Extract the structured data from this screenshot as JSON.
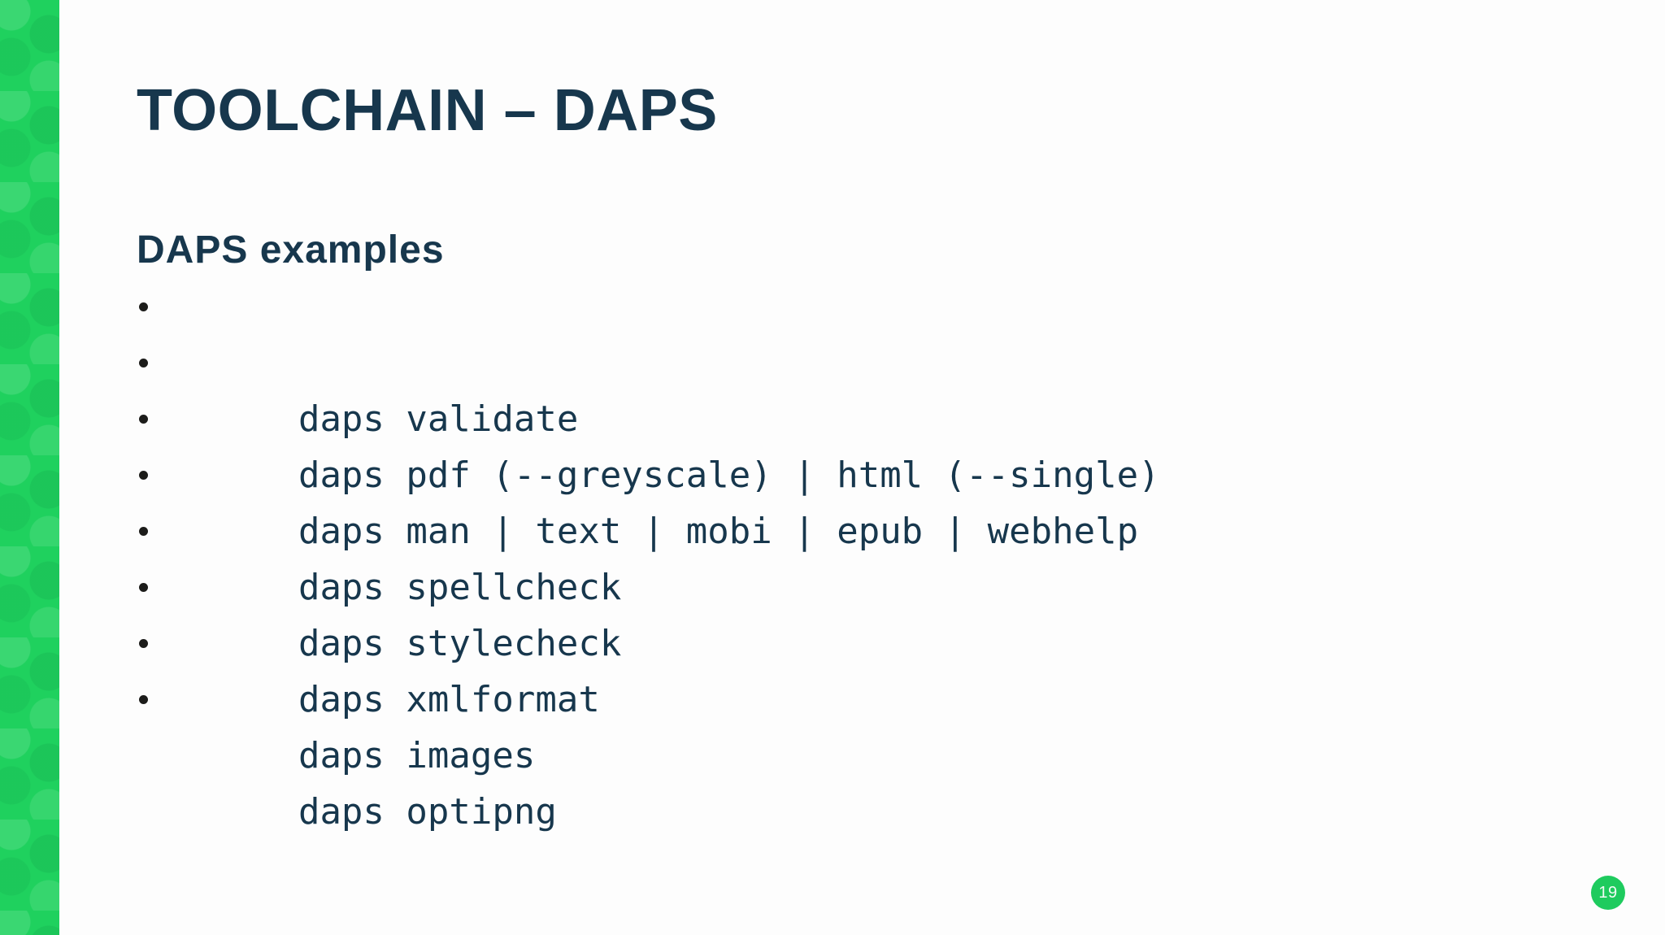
{
  "slide": {
    "title": "TOOLCHAIN – DAPS",
    "subtitle": "DAPS examples",
    "bullets": [
      "daps validate",
      "daps pdf (--greyscale) | html (--single)",
      "daps man | text | mobi | epub | webhelp",
      "daps spellcheck",
      "daps stylecheck",
      "daps xmlformat",
      "daps images",
      "daps optipng"
    ],
    "page_number": "19",
    "colors": {
      "stripe_green": "#1fd15e",
      "badge_green": "#1ecb5e",
      "text_navy": "#17374d",
      "background": "#fdfdfd"
    }
  }
}
